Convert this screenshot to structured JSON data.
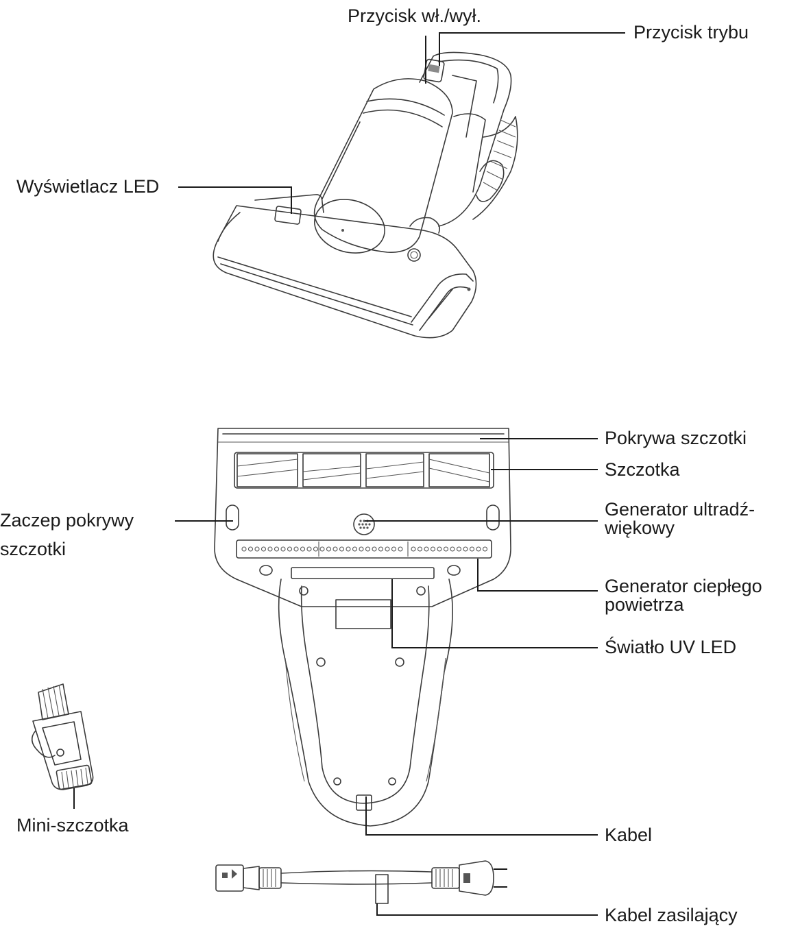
{
  "labels": {
    "power_button": "Przycisk wł./wył.",
    "mode_button": "Przycisk trybu",
    "led_display": "Wyświetlacz LED",
    "brush_cover": "Pokrywa szczotki",
    "brush": "Szczotka",
    "cover_latch_line1": "Zaczep pokrywy",
    "cover_latch_line2": "szczotki",
    "ultrasonic_line1": "Generator ultradź-",
    "ultrasonic_line2": "więkowy",
    "warm_air_line1": "Generator ciepłego",
    "warm_air_line2": "powietrza",
    "uv_led": "Światło UV LED",
    "mini_brush": "Mini-szczotka",
    "cable": "Kabel",
    "power_cable": "Kabel zasilający"
  }
}
